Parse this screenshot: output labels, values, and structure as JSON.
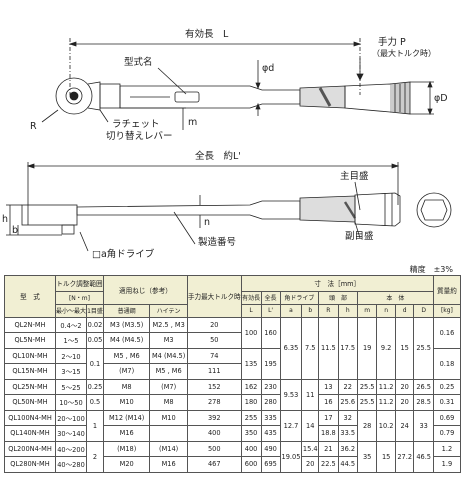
{
  "drawing1": {
    "effective_length": "有効長　L",
    "hand_force": "手力 P",
    "max_torque": "（最大トルク時）",
    "model_name": "型式名",
    "ratchet_lever_1": "ラチェット",
    "ratchet_lever_2": "切り替えレバー",
    "R": "R",
    "m": "m",
    "phi_d": "φd",
    "phi_D": "φD"
  },
  "drawing2": {
    "total_length": "全長　約L'",
    "main_scale": "主目盛",
    "sub_scale": "副目盛",
    "serial_no": "製造番号",
    "square_drive": "□a角ドライブ",
    "h": "h",
    "b": "b",
    "n": "n"
  },
  "precision": "精度　±3%",
  "table": {
    "headers": {
      "model": "型　式",
      "torque_range": "トルク調整範囲",
      "torque_unit": "[N・m]",
      "min_max": "最小～最大",
      "min_scale": "1目盛",
      "screw": "適用ねじ（参考）",
      "screw_normal": "普通鋼",
      "screw_hiten": "ハイテン",
      "hand_force": "手力最大トルク時",
      "dims": "寸　法［mm］",
      "effective_len": "有効長",
      "total_len": "全長",
      "square_drive": "角ドライブ",
      "head": "頭　部",
      "body": "本　体",
      "mass": "質量約",
      "mass_unit": "[kg]"
    },
    "dim_cols": [
      "L",
      "L'",
      "a",
      "b",
      "R",
      "h",
      "m",
      "n",
      "d",
      "D"
    ],
    "rows": [
      {
        "model": "QL2N-MH",
        "range": "0.4～2",
        "step": "0.02",
        "normal": "M3 (M3.5)",
        "hiten": "M2.5 , M3",
        "p": "20"
      },
      {
        "model": "QL5N-MH",
        "range": "1～5",
        "step": "0.05",
        "normal": "M4 (M4.5)",
        "hiten": "M3",
        "p": "50"
      },
      {
        "model": "QL10N-MH",
        "range": "2～10",
        "step": "0.1",
        "normal": "M5 , M6",
        "hiten": "M4 (M4.5)",
        "p": "74"
      },
      {
        "model": "QL15N-MH",
        "range": "3～15",
        "step": "",
        "normal": "(M7)",
        "hiten": "M5 , M6",
        "p": "111"
      },
      {
        "model": "QL25N-MH",
        "range": "5～25",
        "step": "0.25",
        "normal": "M8",
        "hiten": "(M7)",
        "p": "152"
      },
      {
        "model": "QL50N-MH",
        "range": "10～50",
        "step": "0.5",
        "normal": "M10",
        "hiten": "M8",
        "p": "278"
      },
      {
        "model": "QL100N4-MH",
        "range": "20～100",
        "step": "1",
        "normal": "M12 (M14)",
        "hiten": "M10",
        "p": "392"
      },
      {
        "model": "QL140N-MH",
        "range": "30～140",
        "step": "",
        "normal": "M16",
        "hiten": "",
        "p": "400"
      },
      {
        "model": "QL200N4-MH",
        "range": "40～200",
        "step": "2",
        "normal": "(M18)",
        "hiten": "(M14)",
        "p": "500"
      },
      {
        "model": "QL280N-MH",
        "range": "40～280",
        "step": "",
        "normal": "M20",
        "hiten": "M16",
        "p": "467"
      }
    ],
    "cells": {
      "L_100": "100",
      "Lp_160": "160",
      "L_135": "135",
      "Lp_195": "195",
      "L_162": "162",
      "Lp_230": "230",
      "L_180": "180",
      "Lp_280": "280",
      "L_255": "255",
      "Lp_335": "335",
      "L_350": "350",
      "Lp_435": "435",
      "L_400": "400",
      "Lp_490": "490",
      "L_600": "600",
      "Lp_695": "695",
      "a_635": "6.35",
      "a_953": "9.53",
      "a_127": "12.7",
      "a_1905": "19.05",
      "b_75": "7.5",
      "b_11": "11",
      "b_14": "14",
      "b_154": "15.4",
      "b_20": "20",
      "R_115": "11.5",
      "R_13": "13",
      "R_16": "16",
      "R_17": "17",
      "R_188": "18.8",
      "R_21": "21",
      "R_225": "22.5",
      "h_175": "17.5",
      "h_22": "22",
      "h_256": "25.6",
      "h_32": "32",
      "h_335": "33.5",
      "h_362": "36.2",
      "h_445": "44.5",
      "m_19": "19",
      "m_255": "25.5",
      "m_28": "28",
      "m_35": "35",
      "n_92": "9.2",
      "n_112": "11.2",
      "n_102": "10.2",
      "n_15": "15",
      "d_15": "15",
      "d_20": "20",
      "d_24": "24",
      "d_272": "27.2",
      "D_255": "25.5",
      "D_265": "26.5",
      "D_285": "28.5",
      "D_33": "33",
      "D_465": "46.5",
      "mass": [
        "0.16",
        "",
        "0.18",
        "",
        "0.25",
        "0.31",
        "0.69",
        "0.79",
        "1.2",
        "1.9"
      ]
    }
  }
}
